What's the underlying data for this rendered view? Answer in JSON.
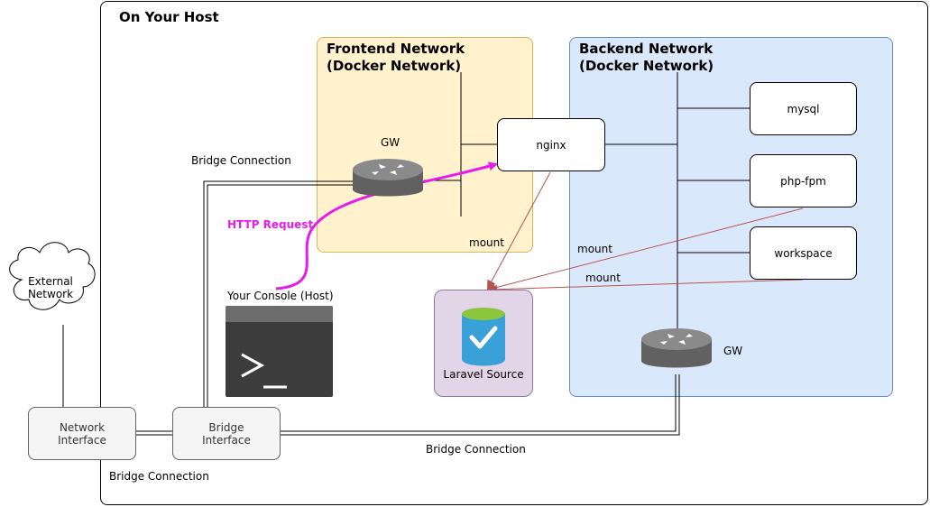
{
  "host": {
    "title": "On Your Host"
  },
  "frontend": {
    "title": "Frontend Network\n(Docker Network)",
    "gw_label": "GW"
  },
  "backend": {
    "title": "Backend Network\n(Docker Network)",
    "gw_label": "GW"
  },
  "services": {
    "nginx": "nginx",
    "mysql": "mysql",
    "php_fpm": "php-fpm",
    "workspace": "workspace"
  },
  "laravel": {
    "label": "Laravel Source"
  },
  "console": {
    "label": "Your Console (Host)"
  },
  "external": {
    "label": "External\nNetwork"
  },
  "interfaces": {
    "network": "Network\nInterface",
    "bridge": "Bridge\nInterface"
  },
  "connections": {
    "bridge_top": "Bridge Connection",
    "bridge_bottom": "Bridge Connection",
    "bridge_left": "Bridge Connection",
    "http_request": "HTTP Request",
    "mount_nginx": "mount",
    "mount_php": "mount",
    "mount_workspace": "mount"
  },
  "colors": {
    "http": "#e81ce8",
    "mount": "#b85450",
    "frontend_fill": "#fff2cc",
    "backend_fill": "#dae8fc",
    "laravel_fill": "#e1d5e7"
  }
}
